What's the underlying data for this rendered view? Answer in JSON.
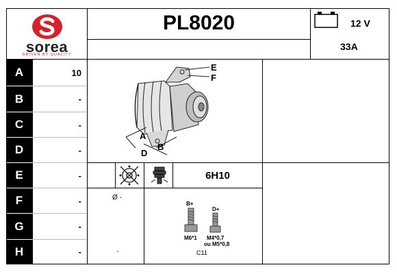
{
  "brand": {
    "name": "sorea",
    "tagline": "DRIVEN BY QUALITY",
    "color": "#d6202a"
  },
  "part_number": "PL8020",
  "voltage": "12 V",
  "amperage": "33A",
  "rows": [
    {
      "label": "A",
      "value": "10"
    },
    {
      "label": "B",
      "value": "-"
    },
    {
      "label": "C",
      "value": "-"
    },
    {
      "label": "D",
      "value": "-"
    },
    {
      "label": "E",
      "value": "-"
    },
    {
      "label": "F",
      "value": "-"
    },
    {
      "label": "G",
      "value": "-"
    },
    {
      "label": "H",
      "value": "-"
    }
  ],
  "diagram": {
    "label_e": "E",
    "label_f": "F",
    "label_a": "A",
    "label_b": "B",
    "label_d": "D"
  },
  "pulley_code": "6H10",
  "diameter_text": "Ø -",
  "h_col_value": "-",
  "terminals": {
    "b_plus": "B+",
    "d_plus": "D+",
    "b_thread": "M6*1",
    "d_thread_1": "M4*0,7",
    "d_thread_2": "ou M5*0,8",
    "connector": "C11"
  }
}
